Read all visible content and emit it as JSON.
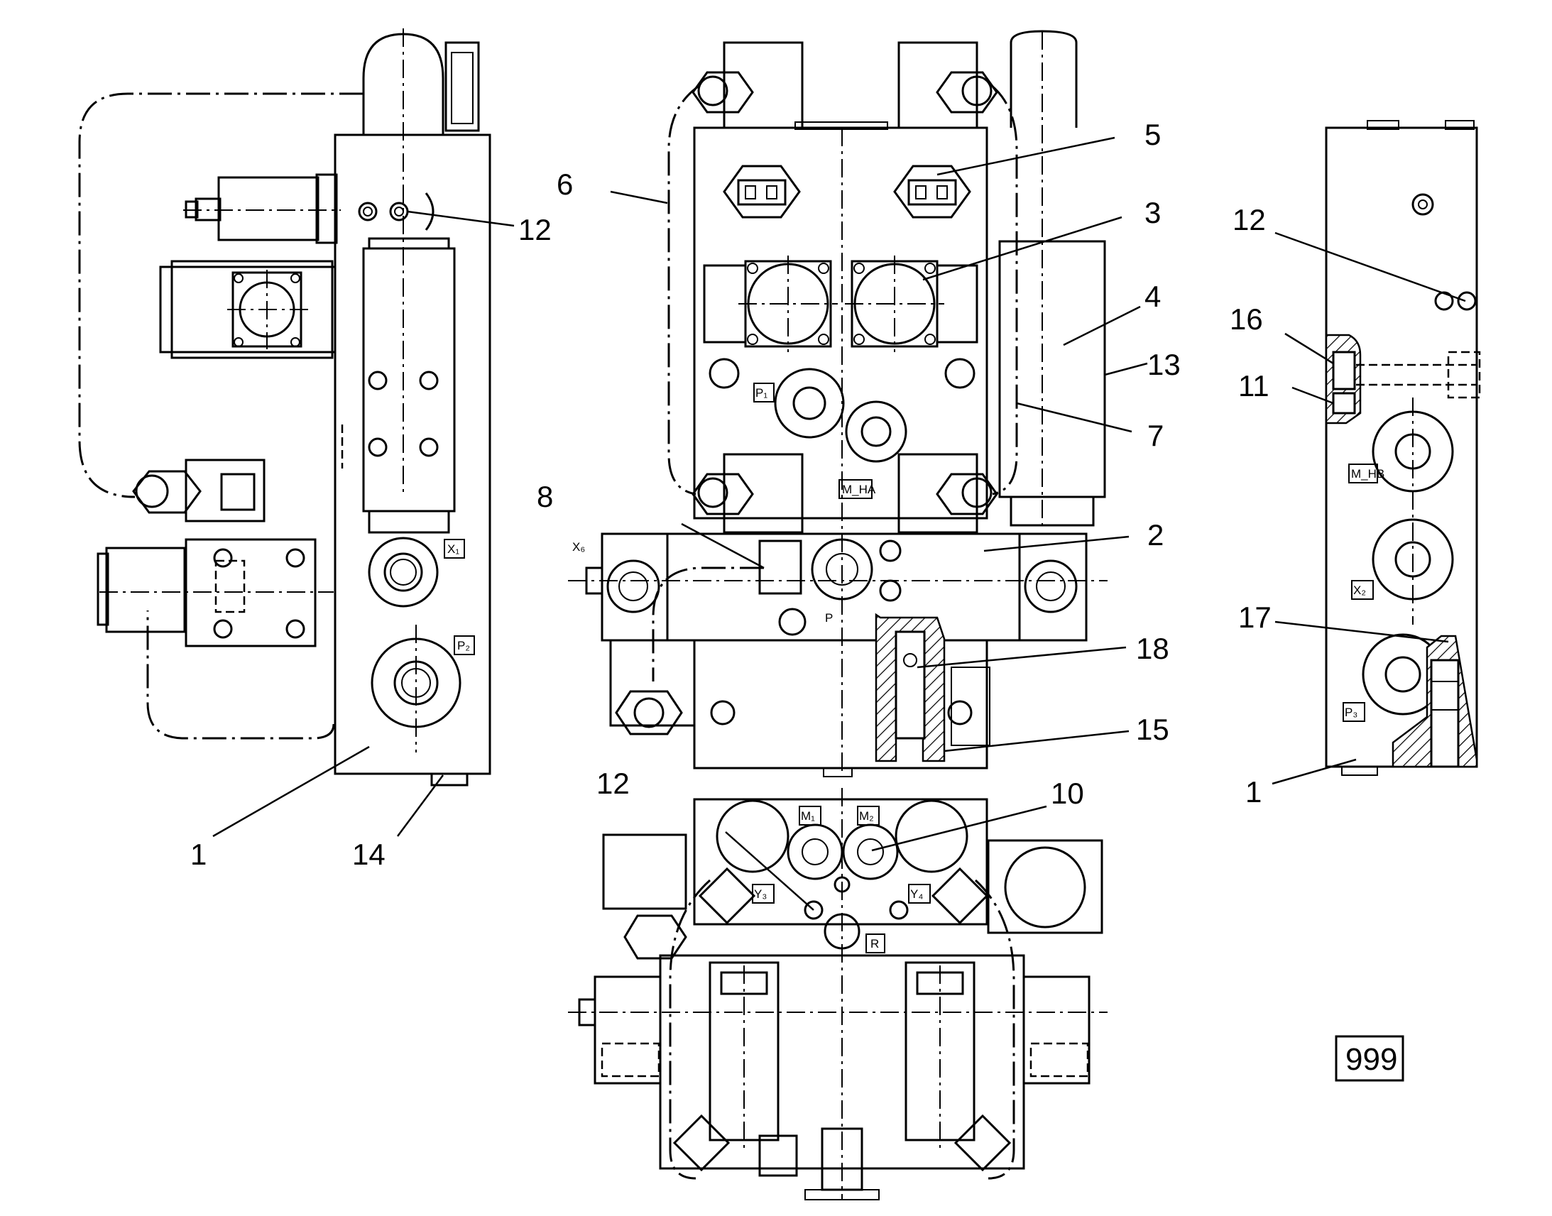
{
  "callouts": [
    {
      "id": "left-1",
      "text": "1"
    },
    {
      "id": "left-12",
      "text": "12"
    },
    {
      "id": "left-14",
      "text": "14"
    },
    {
      "id": "center-2",
      "text": "2"
    },
    {
      "id": "center-3",
      "text": "3"
    },
    {
      "id": "center-4",
      "text": "4"
    },
    {
      "id": "center-5",
      "text": "5"
    },
    {
      "id": "center-6",
      "text": "6"
    },
    {
      "id": "center-7",
      "text": "7"
    },
    {
      "id": "center-8",
      "text": "8"
    },
    {
      "id": "center-13",
      "text": "13"
    },
    {
      "id": "center-15",
      "text": "15"
    },
    {
      "id": "center-18",
      "text": "18"
    },
    {
      "id": "bottom-10",
      "text": "10"
    },
    {
      "id": "bottom-12",
      "text": "12"
    },
    {
      "id": "right-1",
      "text": "1"
    },
    {
      "id": "right-11",
      "text": "11"
    },
    {
      "id": "right-12",
      "text": "12"
    },
    {
      "id": "right-16",
      "text": "16"
    },
    {
      "id": "right-17",
      "text": "17"
    }
  ],
  "port_tags": {
    "x1": "X₁",
    "p2": "P₂",
    "p1": "P₁",
    "mha": "M_HA",
    "x6": "X₆",
    "p": "P",
    "m1": "M₁",
    "m2": "M₂",
    "y3": "Y₃",
    "y4": "Y₄",
    "r": "R",
    "mhb": "M_HB",
    "x2": "X₂",
    "p3": "P₃"
  },
  "reference_box": "999",
  "colors": {
    "line": "#000000",
    "background": "#ffffff"
  }
}
